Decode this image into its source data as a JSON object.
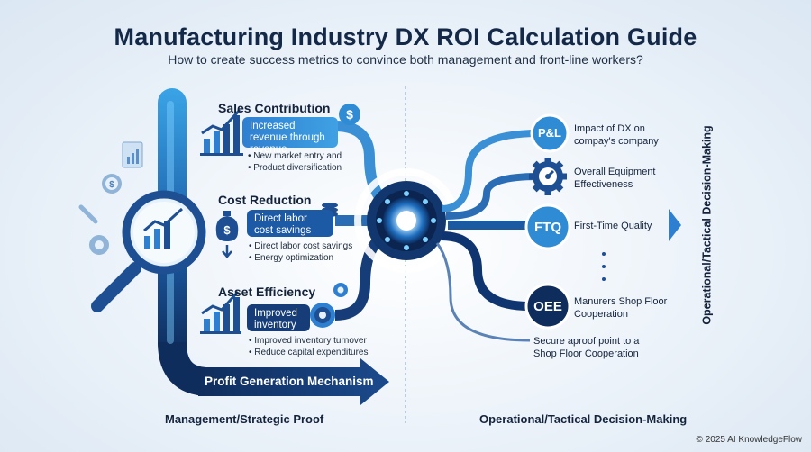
{
  "title": "Manufacturing Industry DX ROI Calculation Guide",
  "subtitle": "How to create success metrics to convince both management and front-line workers?",
  "left": {
    "sales": {
      "title": "Sales Contribution",
      "highlight": "Increased revenue through revenue",
      "bullets": [
        "New market entry and",
        "Product diversification"
      ]
    },
    "cost": {
      "title": "Cost Reduction",
      "highlight": "Direct labor cost savings",
      "bullets": [
        "Direct labor cost savings",
        "Energy optimization"
      ]
    },
    "asset": {
      "title": "Asset Efficiency",
      "highlight": "Improved inventory",
      "bullets": [
        "Improved inventory turnover",
        "Reduce capital expenditures"
      ]
    },
    "arrow_label": "Profit Generation Mechanism"
  },
  "right": {
    "nodes": [
      {
        "badge": "P&L",
        "label": "Impact of DX on compay's company"
      },
      {
        "badge": "",
        "label": "Overall Equipment Effectiveness"
      },
      {
        "badge": "FTQ",
        "label": "First-Time Quality"
      },
      {
        "badge": "OEE",
        "label": "Manurers Shop Floor Cooperation"
      }
    ],
    "secure_label": "Secure aproof point to a Shop Floor Cooperation",
    "vertical_label": "Operational/Tactical Decision-Making"
  },
  "footer": {
    "left": "Management/Strategic Proof",
    "right": "Operational/Tactical Decision-Making",
    "copyright": "© 2025 AI KnowledgeFlow"
  },
  "colors": {
    "navy": "#142848",
    "primary_blue": "#2f7fd0",
    "dark_blue": "#0f2d5c",
    "light_blue": "#3fa1e3"
  }
}
